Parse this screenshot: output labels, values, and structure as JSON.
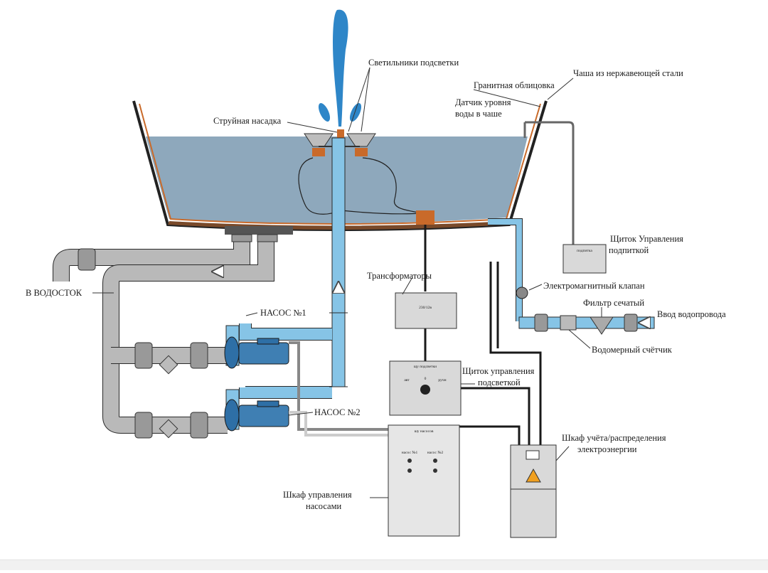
{
  "labels": {
    "lights": "Светильники подсветки",
    "steel_bowl": "Чаша из нержавеющей стали",
    "granite": "Гранитная облицовка",
    "level_sensor_1": "Датчик уровня",
    "level_sensor_2": "воды в чаше",
    "nozzle": "Струйная насадка",
    "makeup_panel_1": "Щиток Управления",
    "makeup_panel_2": "подпиткой",
    "drain": "В ВОДОСТОК",
    "transformers": "Трансформаторы",
    "solenoid": "Электромагнитный клапан",
    "filter": "Фильтр сечатый",
    "water_input": "Ввод водопровода",
    "meter": "Водомерный счётчик",
    "pump1": "НАСОС №1",
    "pump2": "НАСОС №2",
    "light_panel_1": "Щиток управления",
    "light_panel_2": "подсветкой",
    "elec_cabinet_1": "Шкаф учёта/распределения",
    "elec_cabinet_2": "электроэнергии",
    "pump_cabinet_1": "Шкаф управления",
    "pump_cabinet_2": "насосами"
  },
  "device_text": {
    "transformer_box": "230/12в",
    "makeup_box": "подпитка",
    "light_panel_header": "щу подсветки",
    "light_auto": "авт",
    "light_zero": "0",
    "light_manual": "ручн",
    "pump_cabinet_header": "шу насосов",
    "pump_cabinet_sw1": "насос №1",
    "pump_cabinet_sw2": "насос №2"
  },
  "colors": {
    "water": "#8ea8bc",
    "pipe_blue": "#86c4e6",
    "pipe_gray": "#b9b9b9",
    "rust": "#c96a2a",
    "jet": "#2e86c8",
    "cable": "#1a1a1a"
  }
}
